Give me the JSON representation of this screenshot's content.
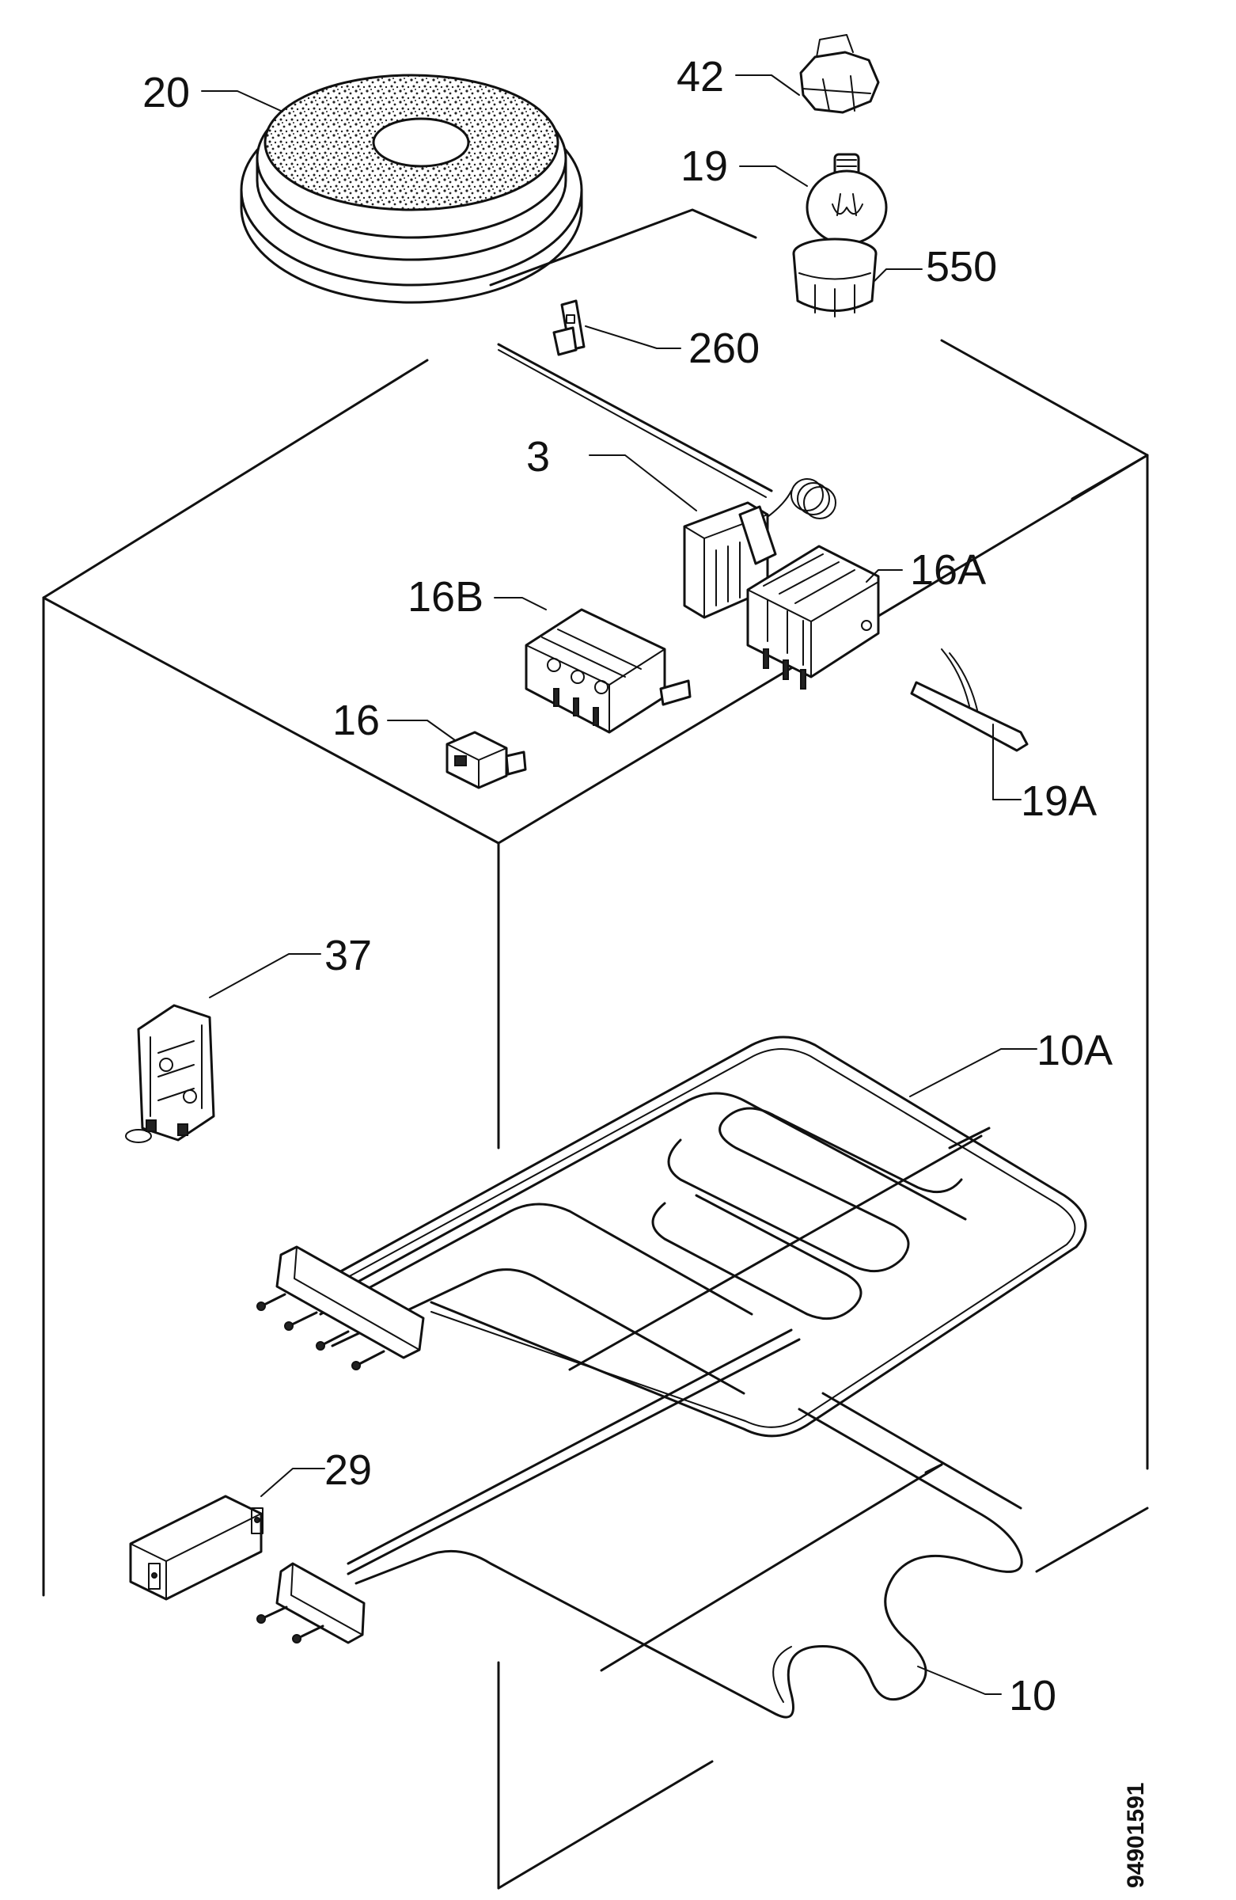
{
  "diagram": {
    "labels": {
      "p20": "20",
      "p42": "42",
      "p19": "19",
      "p550": "550",
      "p260": "260",
      "p3": "3",
      "p16A": "16A",
      "p16B": "16B",
      "p16": "16",
      "p19A": "19A",
      "p37": "37",
      "p10A": "10A",
      "p29": "29",
      "p10": "10"
    },
    "document_number": "94901591"
  }
}
